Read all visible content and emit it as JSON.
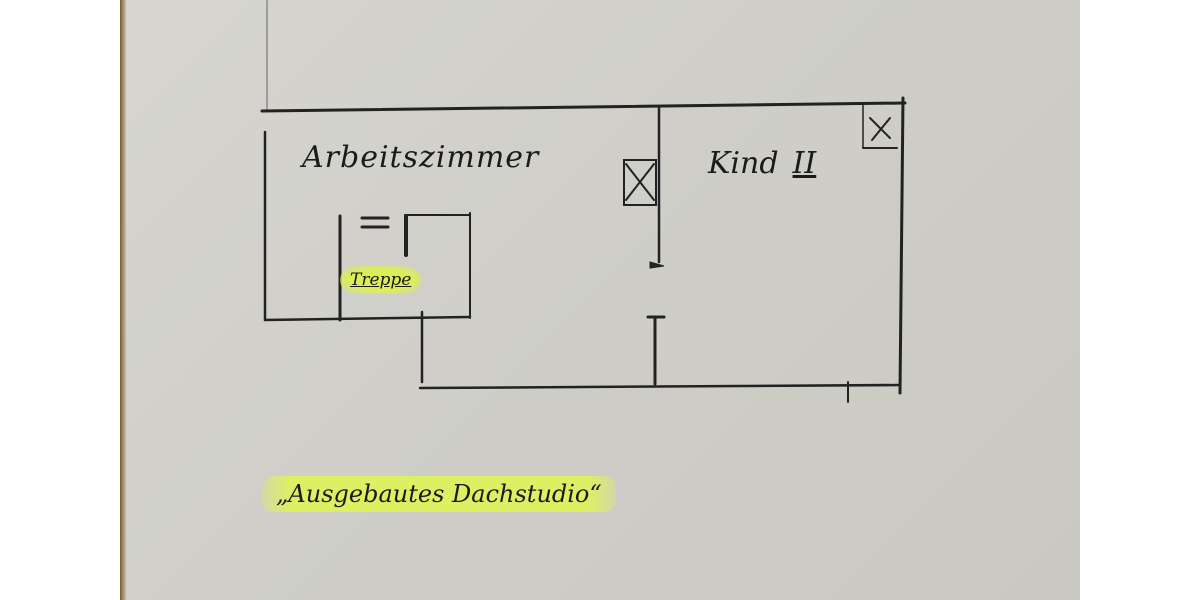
{
  "image": {
    "description": "Photo of a hand-drawn floor plan sketch on grey paper",
    "paper_color": "#d2d1cb",
    "ink_color": "#1b1b1b",
    "highlight_color": "#ddf064"
  },
  "floor_plan": {
    "rooms": [
      {
        "id": "arbeitszimmer",
        "label": "Arbeitszimmer"
      },
      {
        "id": "kind-2",
        "label": "Kind",
        "numeral": "II"
      }
    ],
    "stairs": {
      "label": "Treppe"
    },
    "window_symbols": [
      "X",
      "X"
    ]
  },
  "caption": {
    "text": "„Ausgebautes Dachstudio“"
  }
}
